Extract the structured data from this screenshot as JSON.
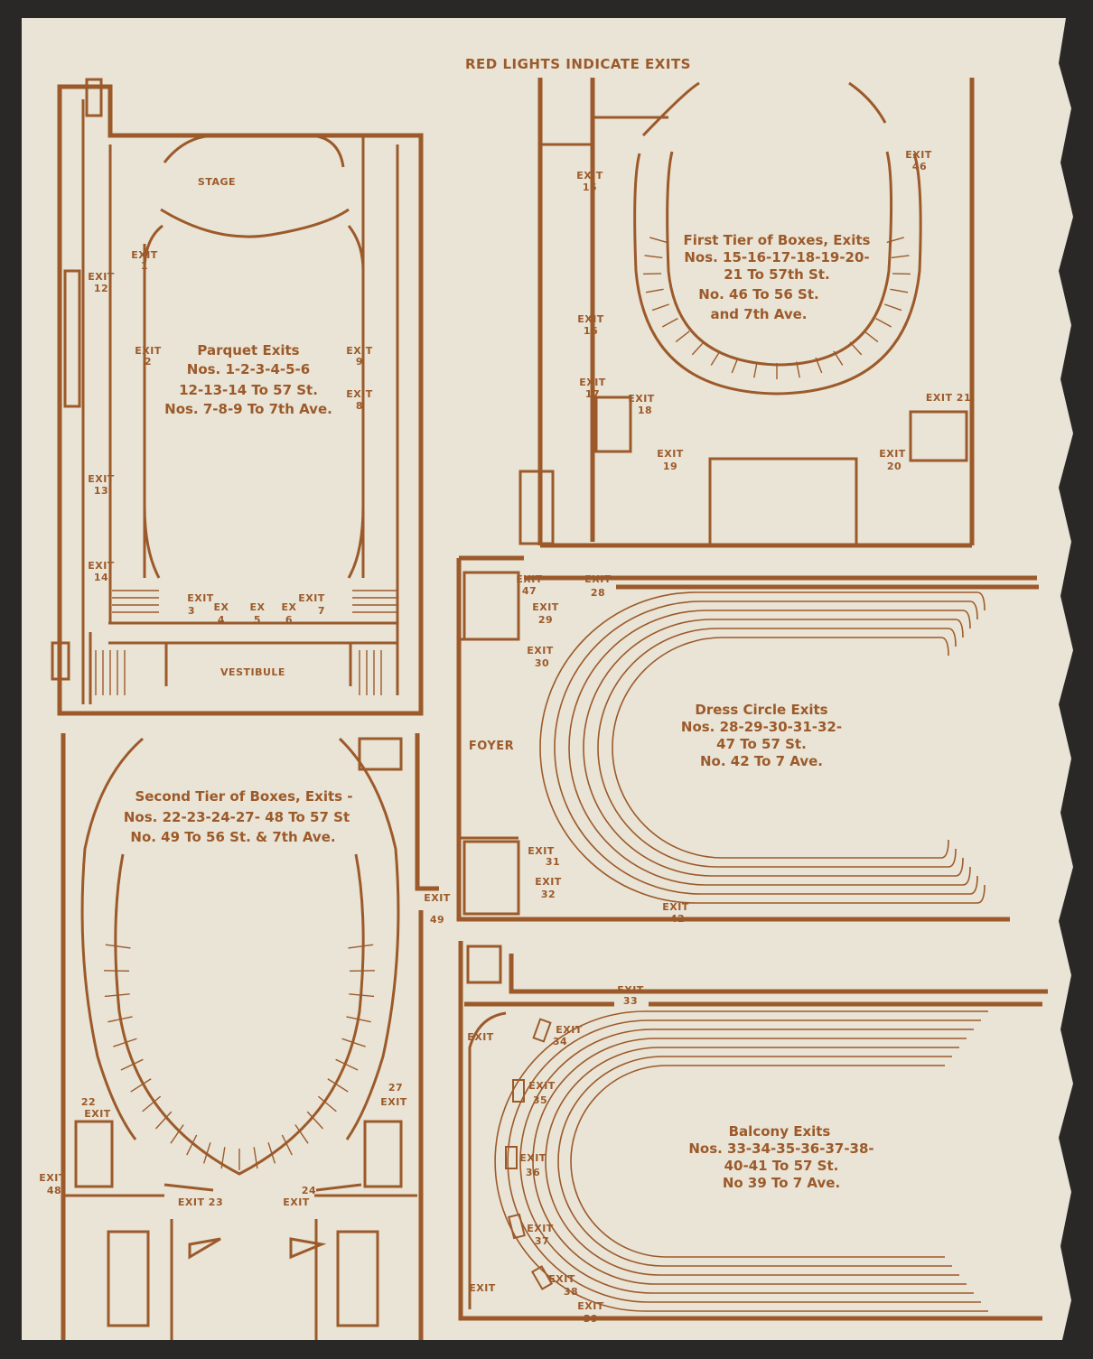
{
  "header": "RED LIGHTS INDICATE EXITS",
  "colors": {
    "paper": "#e9e4d6",
    "ink": "#9c5a2a",
    "background": "#2a2826"
  },
  "parquet": {
    "title": "Parquet Exits",
    "lines": [
      "Nos. 1-2-3-4-5-6",
      "12-13-14 To 57 St.",
      "Nos. 7-8-9 To 7th Ave."
    ],
    "stage": "STAGE",
    "vestibule": "VESTIBULE",
    "exits": {
      "e1": [
        "EXIT",
        "1"
      ],
      "e2": [
        "EXIT",
        "2"
      ],
      "e3": [
        "EXIT",
        "3"
      ],
      "e4": [
        "EX",
        "4"
      ],
      "e5": [
        "EX",
        "5"
      ],
      "e6": [
        "EX",
        "6"
      ],
      "e7": [
        "EXIT",
        "7"
      ],
      "e8": [
        "EXIT",
        "8"
      ],
      "e9": [
        "EXIT",
        "9"
      ],
      "e12": [
        "EXIT",
        "12"
      ],
      "e13": [
        "EXIT",
        "13"
      ],
      "e14": [
        "EXIT",
        "14"
      ]
    }
  },
  "first_tier": {
    "title": "First Tier of Boxes, Exits",
    "lines": [
      "Nos. 15-16-17-18-19-20-",
      "21 To 57th St.",
      "No. 46 To 56 St.",
      "and 7th Ave."
    ],
    "exits": {
      "e15": [
        "EXIT",
        "15"
      ],
      "e16": [
        "EXIT",
        "16"
      ],
      "e17": [
        "EXIT",
        "17"
      ],
      "e18": [
        "EXIT",
        "18"
      ],
      "e19": [
        "EXIT",
        "19"
      ],
      "e20": [
        "EXIT",
        "20"
      ],
      "e21": [
        "EXIT 21"
      ],
      "e46": [
        "EXIT",
        "46"
      ]
    }
  },
  "second_tier": {
    "title": "Second Tier of Boxes, Exits -",
    "lines": [
      "Nos. 22-23-24-27- 48 To 57 St",
      "No. 49 To 56 St. & 7th Ave."
    ],
    "exits": {
      "e22": [
        "22",
        "EXIT"
      ],
      "e27": [
        "27",
        "EXIT"
      ],
      "e48": [
        "EXIT",
        "48"
      ],
      "e23": [
        "EXIT 23"
      ],
      "e24": [
        "24",
        "EXIT"
      ],
      "e49": [
        "EXIT",
        "49"
      ]
    }
  },
  "dress_circle": {
    "title": "Dress Circle Exits",
    "lines": [
      "Nos. 28-29-30-31-32-",
      "47 To 57 St.",
      "No. 42 To 7 Ave."
    ],
    "foyer": "FOYER",
    "exits": {
      "e47": [
        "EXIT",
        "47"
      ],
      "e28": [
        "EXIT",
        "28"
      ],
      "e29": [
        "EXIT",
        "29"
      ],
      "e30": [
        "EXIT",
        "30"
      ],
      "e31": [
        "EXIT",
        "31"
      ],
      "e32": [
        "EXIT",
        "32"
      ],
      "e42": [
        "EXIT",
        "42"
      ]
    }
  },
  "balcony": {
    "title": "Balcony Exits",
    "lines": [
      "Nos. 33-34-35-36-37-38-",
      "40-41 To 57 St.",
      "No 39 To 7 Ave."
    ],
    "exits": {
      "e33": [
        "EXIT",
        "33"
      ],
      "e34": [
        "EXIT",
        "34"
      ],
      "e35": [
        "EXIT",
        "35"
      ],
      "e36": [
        "EXIT",
        "36"
      ],
      "e37": [
        "EXIT",
        "37"
      ],
      "e38": [
        "EXIT",
        "38"
      ],
      "e39": [
        "EXIT",
        "39"
      ],
      "e40": [
        "EXIT"
      ],
      "e41": [
        "EXIT"
      ]
    }
  }
}
